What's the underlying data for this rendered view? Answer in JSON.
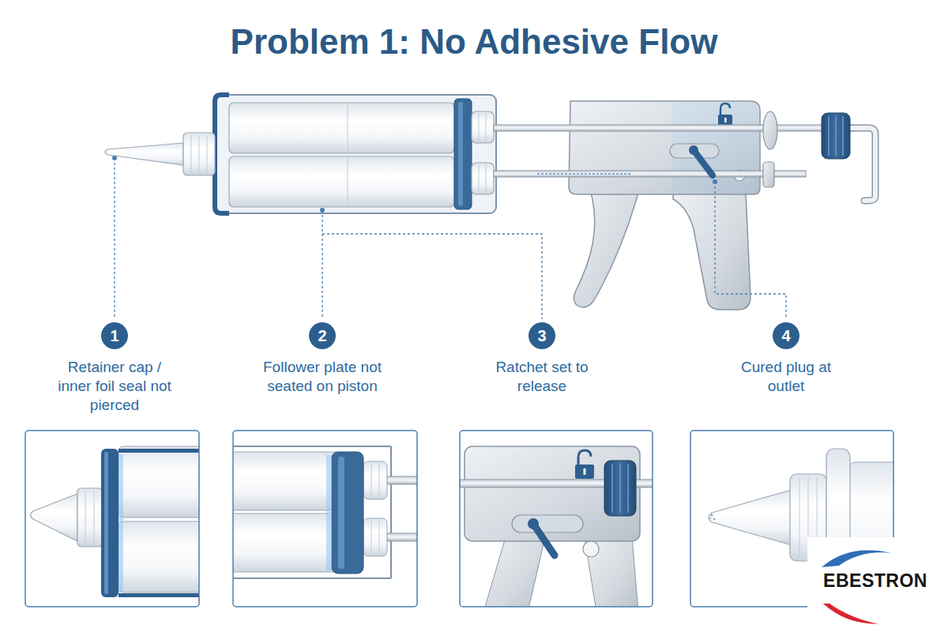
{
  "diagram": {
    "title": "Problem 1: No Adhesive Flow",
    "nodes": [
      {
        "text": [
          "1"
        ]
      },
      {
        "text": [
          "2"
        ]
      },
      {
        "text": [
          "3"
        ]
      },
      {
        "text": [
          "4"
        ]
      }
    ],
    "labels": [
      "Retainer cap / inner foil seal not pierced",
      "Follower plate not seated on piston",
      "Ratchet set to release",
      "Cured plug at outlet",
      "EBESTRON"
    ]
  }
}
